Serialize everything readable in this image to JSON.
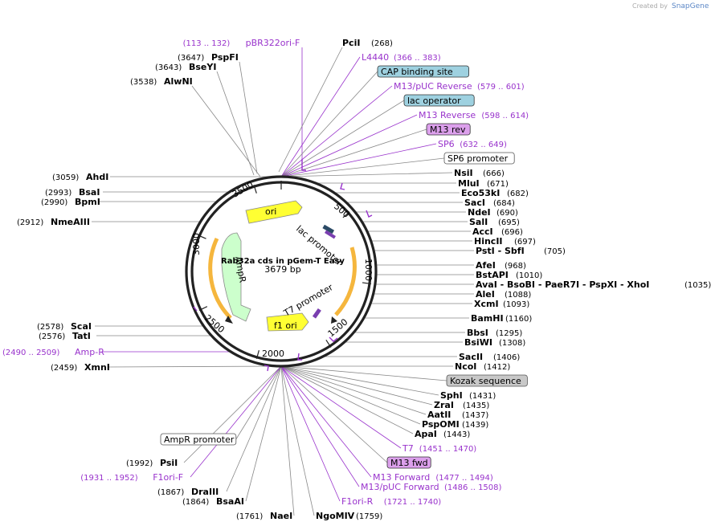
{
  "credit": {
    "prefix": "Created by",
    "brand": "SnapGene"
  },
  "map": {
    "title": "Rab32a cds in pGem-T Easy",
    "length": "3679 bp"
  },
  "ticks": [
    "500",
    "1000",
    "1500",
    "2000",
    "2500",
    "3000",
    "3500"
  ],
  "features": [
    {
      "name": "ori",
      "kind": "yellow"
    },
    {
      "name": "f1 ori",
      "kind": "yellow"
    },
    {
      "name": "AmpR",
      "kind": "green"
    },
    {
      "name": "lac promoter",
      "kind": "text"
    },
    {
      "name": "T7 promoter",
      "kind": "text"
    }
  ],
  "labels_top": [
    {
      "name": "pBR322ori-F",
      "coord": "(113 .. 132)",
      "type": "primer"
    },
    {
      "name": "PciI",
      "coord": "(268)",
      "type": "enzyme"
    },
    {
      "name": "PspFI",
      "coord": "(3647)",
      "type": "enzyme"
    },
    {
      "name": "BseYI",
      "coord": "(3643)",
      "type": "enzyme"
    },
    {
      "name": "AlwNI",
      "coord": "(3538)",
      "type": "enzyme"
    }
  ],
  "labels_right": [
    {
      "name": "L4440",
      "coord": "(366 .. 383)",
      "type": "primer"
    },
    {
      "name": "CAP binding site",
      "coord": "",
      "type": "boxblue"
    },
    {
      "name": "M13/pUC Reverse",
      "coord": "(579 .. 601)",
      "type": "primer"
    },
    {
      "name": "lac operator",
      "coord": "",
      "type": "boxblue"
    },
    {
      "name": "M13 Reverse",
      "coord": "(598 .. 614)",
      "type": "primer"
    },
    {
      "name": "M13 rev",
      "coord": "",
      "type": "boxpurple"
    },
    {
      "name": "SP6",
      "coord": "(632 .. 649)",
      "type": "primer"
    },
    {
      "name": "SP6 promoter",
      "coord": "",
      "type": "boxwhite"
    },
    {
      "name": "NsiI",
      "coord": "(666)",
      "type": "enzyme"
    },
    {
      "name": "MluI",
      "coord": "(671)",
      "type": "enzyme"
    },
    {
      "name": "Eco53kI",
      "coord": "(682)",
      "type": "enzyme"
    },
    {
      "name": "SacI",
      "coord": "(684)",
      "type": "enzyme"
    },
    {
      "name": "NdeI",
      "coord": "(690)",
      "type": "enzyme"
    },
    {
      "name": "SalI",
      "coord": "(695)",
      "type": "enzyme"
    },
    {
      "name": "AccI",
      "coord": "(696)",
      "type": "enzyme"
    },
    {
      "name": "HincII",
      "coord": "(697)",
      "type": "enzyme"
    },
    {
      "name": "PstI - SbfI",
      "coord": "(705)",
      "type": "enzyme"
    },
    {
      "name": "AfeI",
      "coord": "(968)",
      "type": "enzyme"
    },
    {
      "name": "BstAPI",
      "coord": "(1010)",
      "type": "enzyme"
    },
    {
      "name": "AvaI - BsoBI - PaeR7I - PspXI - XhoI",
      "coord": "(1035)",
      "type": "enzyme"
    },
    {
      "name": "AleI",
      "coord": "(1088)",
      "type": "enzyme"
    },
    {
      "name": "XcmI",
      "coord": "(1093)",
      "type": "enzyme"
    },
    {
      "name": "BamHI",
      "coord": "(1160)",
      "type": "enzyme"
    },
    {
      "name": "BbsI",
      "coord": "(1295)",
      "type": "enzyme"
    },
    {
      "name": "BsiWI",
      "coord": "(1308)",
      "type": "enzyme"
    },
    {
      "name": "SacII",
      "coord": "(1406)",
      "type": "enzyme"
    },
    {
      "name": "NcoI",
      "coord": "(1412)",
      "type": "enzyme"
    },
    {
      "name": "Kozak sequence",
      "coord": "",
      "type": "boxgray"
    },
    {
      "name": "SphI",
      "coord": "(1431)",
      "type": "enzyme"
    },
    {
      "name": "ZraI",
      "coord": "(1435)",
      "type": "enzyme"
    },
    {
      "name": "AatII",
      "coord": "(1437)",
      "type": "enzyme"
    },
    {
      "name": "PspOMI",
      "coord": "(1439)",
      "type": "enzyme"
    },
    {
      "name": "ApaI",
      "coord": "(1443)",
      "type": "enzyme"
    },
    {
      "name": "T7",
      "coord": "(1451 .. 1470)",
      "type": "primer"
    },
    {
      "name": "M13 fwd",
      "coord": "",
      "type": "boxpurple"
    },
    {
      "name": "M13 Forward",
      "coord": "(1477 .. 1494)",
      "type": "primer"
    },
    {
      "name": "M13/pUC Forward",
      "coord": "(1486 .. 1508)",
      "type": "primer"
    },
    {
      "name": "F1ori-R",
      "coord": "(1721 .. 1740)",
      "type": "primer"
    },
    {
      "name": "NgoMIV",
      "coord": "(1759)",
      "type": "enzyme"
    }
  ],
  "labels_left": [
    {
      "name": "AhdI",
      "coord": "(3059)",
      "type": "enzyme"
    },
    {
      "name": "BsaI",
      "coord": "(2993)",
      "type": "enzyme"
    },
    {
      "name": "BpmI",
      "coord": "(2990)",
      "type": "enzyme"
    },
    {
      "name": "NmeAIII",
      "coord": "(2912)",
      "type": "enzyme"
    },
    {
      "name": "ScaI",
      "coord": "(2578)",
      "type": "enzyme"
    },
    {
      "name": "TatI",
      "coord": "(2576)",
      "type": "enzyme"
    },
    {
      "name": "Amp-R",
      "coord": "(2490 .. 2509)",
      "type": "primer"
    },
    {
      "name": "XmnI",
      "coord": "(2459)",
      "type": "enzyme"
    },
    {
      "name": "AmpR promoter",
      "coord": "",
      "type": "boxwhite"
    },
    {
      "name": "PsiI",
      "coord": "(1992)",
      "type": "enzyme"
    },
    {
      "name": "F1ori-F",
      "coord": "(1931 .. 1952)",
      "type": "primer"
    },
    {
      "name": "DraIII",
      "coord": "(1867)",
      "type": "enzyme"
    },
    {
      "name": "BsaAI",
      "coord": "(1864)",
      "type": "enzyme"
    },
    {
      "name": "NaeI",
      "coord": "(1761)",
      "type": "enzyme"
    }
  ]
}
